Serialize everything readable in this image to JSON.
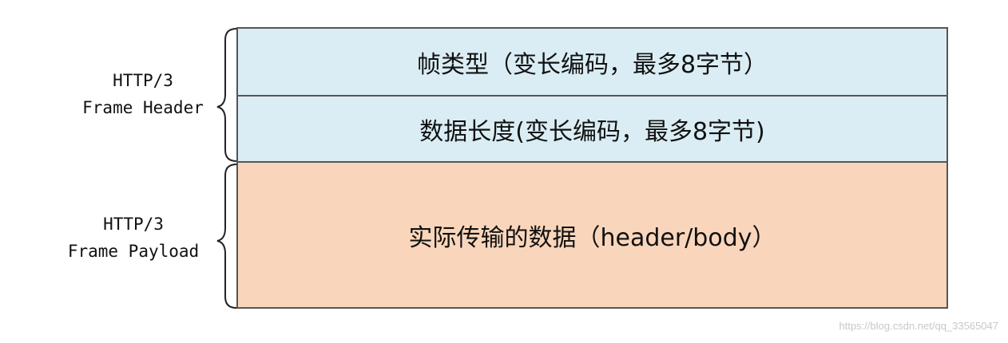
{
  "frame_header": {
    "label_line1": "HTTP/3",
    "label_line2": "Frame Header",
    "type_field": "帧类型（变长编码，最多8字节）",
    "length_field": "数据长度(变长编码，最多8字节)"
  },
  "frame_payload": {
    "label_line1": "HTTP/3",
    "label_line2": "Frame Payload",
    "data_field": "实际传输的数据（header/body）"
  },
  "watermark": "https://blog.csdn.net/qq_33565047",
  "colors": {
    "header_fill": "#daedf4",
    "payload_fill": "#f9d6bb",
    "border": "#555555"
  }
}
